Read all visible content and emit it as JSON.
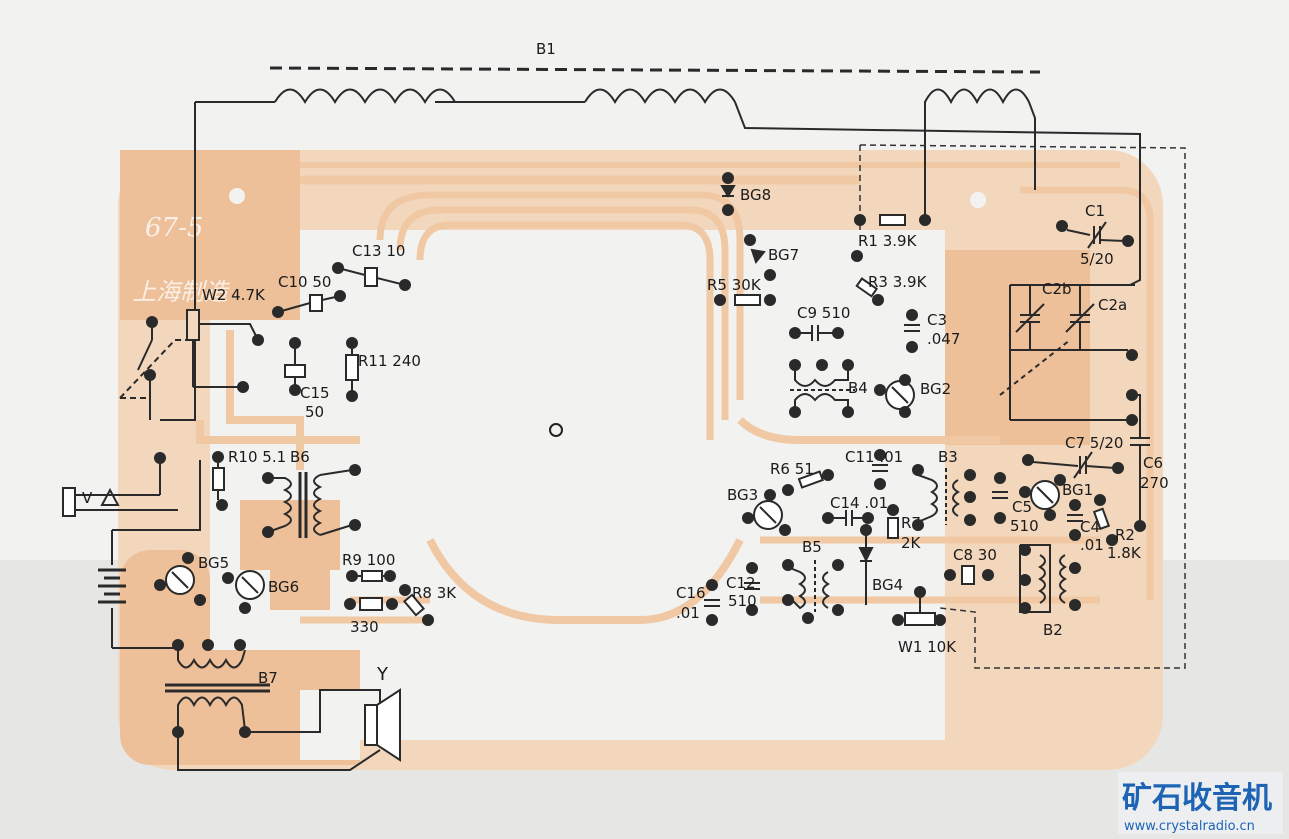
{
  "board": {
    "model_mark": "67-5",
    "maker_mark": "上海制造"
  },
  "labels": {
    "B1": "B1",
    "W2": "W2 4.7K",
    "C10": "C10 50",
    "C13": "C13 10",
    "C15": "C15",
    "C15v": "50",
    "R11": "R11 240",
    "R10": "R10 5.1",
    "B6": "B6",
    "BG5": "BG5",
    "BG6": "BG6",
    "R9": "R9 100",
    "R8": "R8 3K",
    "R330": "330",
    "B7": "B7",
    "Y": "Y",
    "jack": "V",
    "BG8": "BG8",
    "BG7": "BG7",
    "R5": "R5 30K",
    "R1": "R1 3.9K",
    "R3": "R3 3.9K",
    "C9": "C9 510",
    "C3": "C3",
    "C3v": ".047",
    "B4": "B4",
    "BG2": "BG2",
    "C1": "C1",
    "C1v": "5/20",
    "C2b": "C2b",
    "C2a": "C2a",
    "C7": "C7 5/20",
    "C6": "C6",
    "C6v": "270",
    "C11": "C11 .01",
    "R6": "R6 51",
    "BG3": "BG3",
    "C14": "C14 .01",
    "R7": "R7",
    "R7v": "2K",
    "B3": "B3",
    "C5": "C5",
    "C5v": "510",
    "BG1": "BG1",
    "C4": "C4",
    "C4v": ".01",
    "R2": "R2",
    "R2v": "1.8K",
    "B5": "B5",
    "BG4": "BG4",
    "C8": "C8 30",
    "C16": "C16",
    "C16v": ".01",
    "C12": "C12",
    "C12v": "510",
    "W1": "W1 10K",
    "B2": "B2"
  },
  "watermark": {
    "title": "矿石收音机",
    "url": "www.crystalradio.cn"
  },
  "colors": {
    "pcb": "#f0c8a4",
    "pcb_dark": "#e8b48a",
    "wire": "#2a2a2a",
    "watermark": "#1d64b5"
  }
}
